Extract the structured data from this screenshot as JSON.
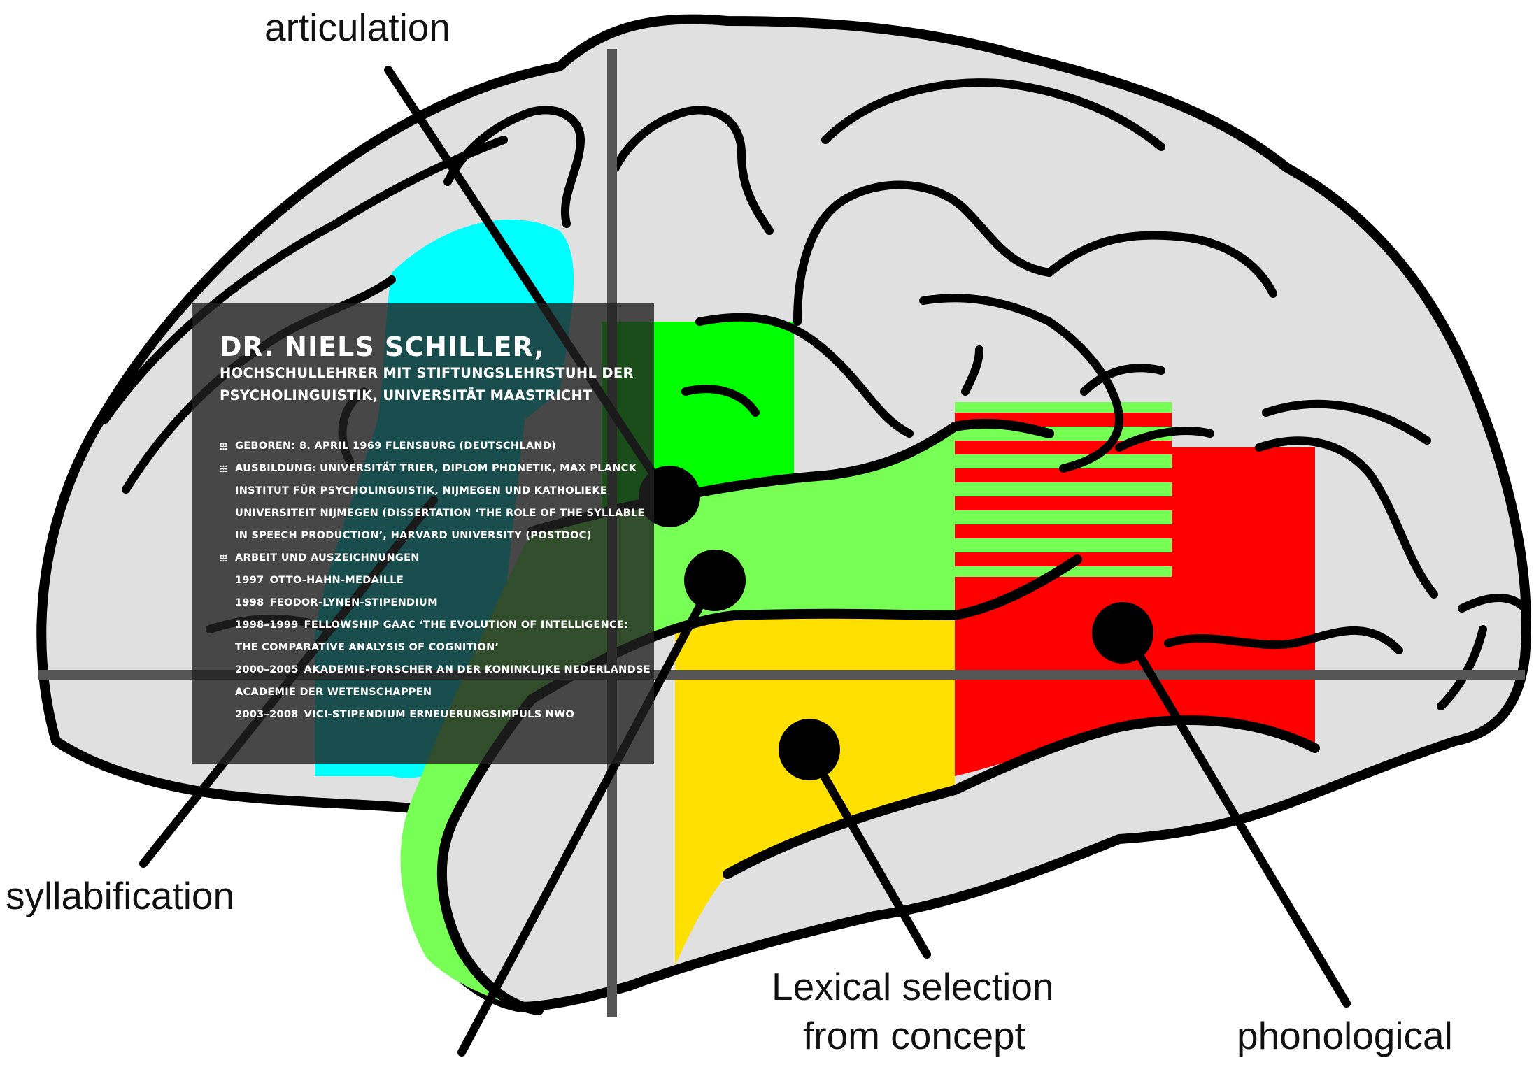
{
  "labels": {
    "articulation": "articulation",
    "syllabification": "syllabification",
    "lexical_selection_line1": "Lexical selection",
    "lexical_selection_line2": "from concept",
    "phonological": "phonological"
  },
  "info_panel": {
    "name": "DR. NIELS SCHILLER,",
    "subtitle_line1": "HOCHSCHULLEHRER MIT STIFTUNGSLEHRSTUHL DER",
    "subtitle_line2": "PSYCHOLINGUISTIK, UNIVERSITÄT MAASTRICHT",
    "born": "GEBOREN: 8. APRIL 1969 FLENSBURG (DEUTSCHLAND)",
    "education_lines": [
      "AUSBILDUNG: UNIVERSITÄT TRIER, DIPLOM PHONETIK, MAX PLANCK",
      "INSTITUT FÜR PSYCHOLINGUISTIK, NIJMEGEN UND KATHOLIEKE",
      "UNIVERSITEIT NIJMEGEN (DISSERTATION ‘THE ROLE OF THE SYLLABLE",
      "IN SPEECH PRODUCTION’, HARVARD UNIVERSITY (POSTDOC)"
    ],
    "awards_heading": "ARBEIT UND AUSZEICHNUNGEN",
    "awards": [
      {
        "year": "1997",
        "lines": [
          "OTTO-HAHN-MEDAILLE"
        ]
      },
      {
        "year": "1998",
        "lines": [
          "FEODOR-LYNEN-STIPENDIUM"
        ]
      },
      {
        "year": "1998–1999",
        "lines": [
          "FELLOWSHIP GAAC ‘THE EVOLUTION OF INTELLIGENCE:",
          "THE COMPARATIVE ANALYSIS OF COGNITION’"
        ]
      },
      {
        "year": "2000–2005",
        "lines": [
          "AKADEMIE-FORSCHER AN DER KONINKLIJKE NEDERLANDSE",
          "ACADEMIE DER WETENSCHAPPEN"
        ]
      },
      {
        "year": "2003–2008",
        "lines": [
          "VICI-STIPENDIUM ERNEUERUNGSIMPULS NWO"
        ]
      }
    ]
  },
  "colors": {
    "brain_fill": "#e0e0e0",
    "outline": "#000000",
    "cyan_region": "#00ffff",
    "green_region": "#00ff00",
    "light_green_region": "#77ff55",
    "yellow_region": "#ffe000",
    "red_region": "#ff0000",
    "crosshair": "#555555",
    "panel_background": "#202020"
  },
  "icons": {
    "bullet": "grid-bullet-icon"
  }
}
